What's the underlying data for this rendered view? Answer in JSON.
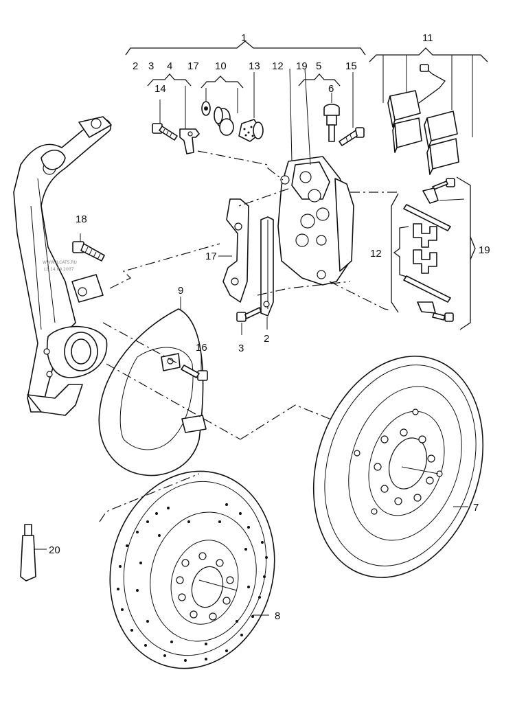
{
  "callouts": {
    "c1": "1",
    "c2a": "2",
    "c3a": "3",
    "c4": "4",
    "c17a": "17",
    "c10": "10",
    "c13": "13",
    "c12a": "12",
    "c19a": "19",
    "c5": "5",
    "c15": "15",
    "c11": "11",
    "c14": "14",
    "c6": "6",
    "c18": "18",
    "c17b": "17",
    "c12b": "12",
    "c19b": "19",
    "c9": "9",
    "c16": "16",
    "c3b": "3",
    "c2b": "2",
    "c7": "7",
    "c8": "8",
    "c20": "20"
  },
  "watermark": {
    "line1": "WWW.ILCATS.RU",
    "line2": "LE 14.09.2007"
  }
}
